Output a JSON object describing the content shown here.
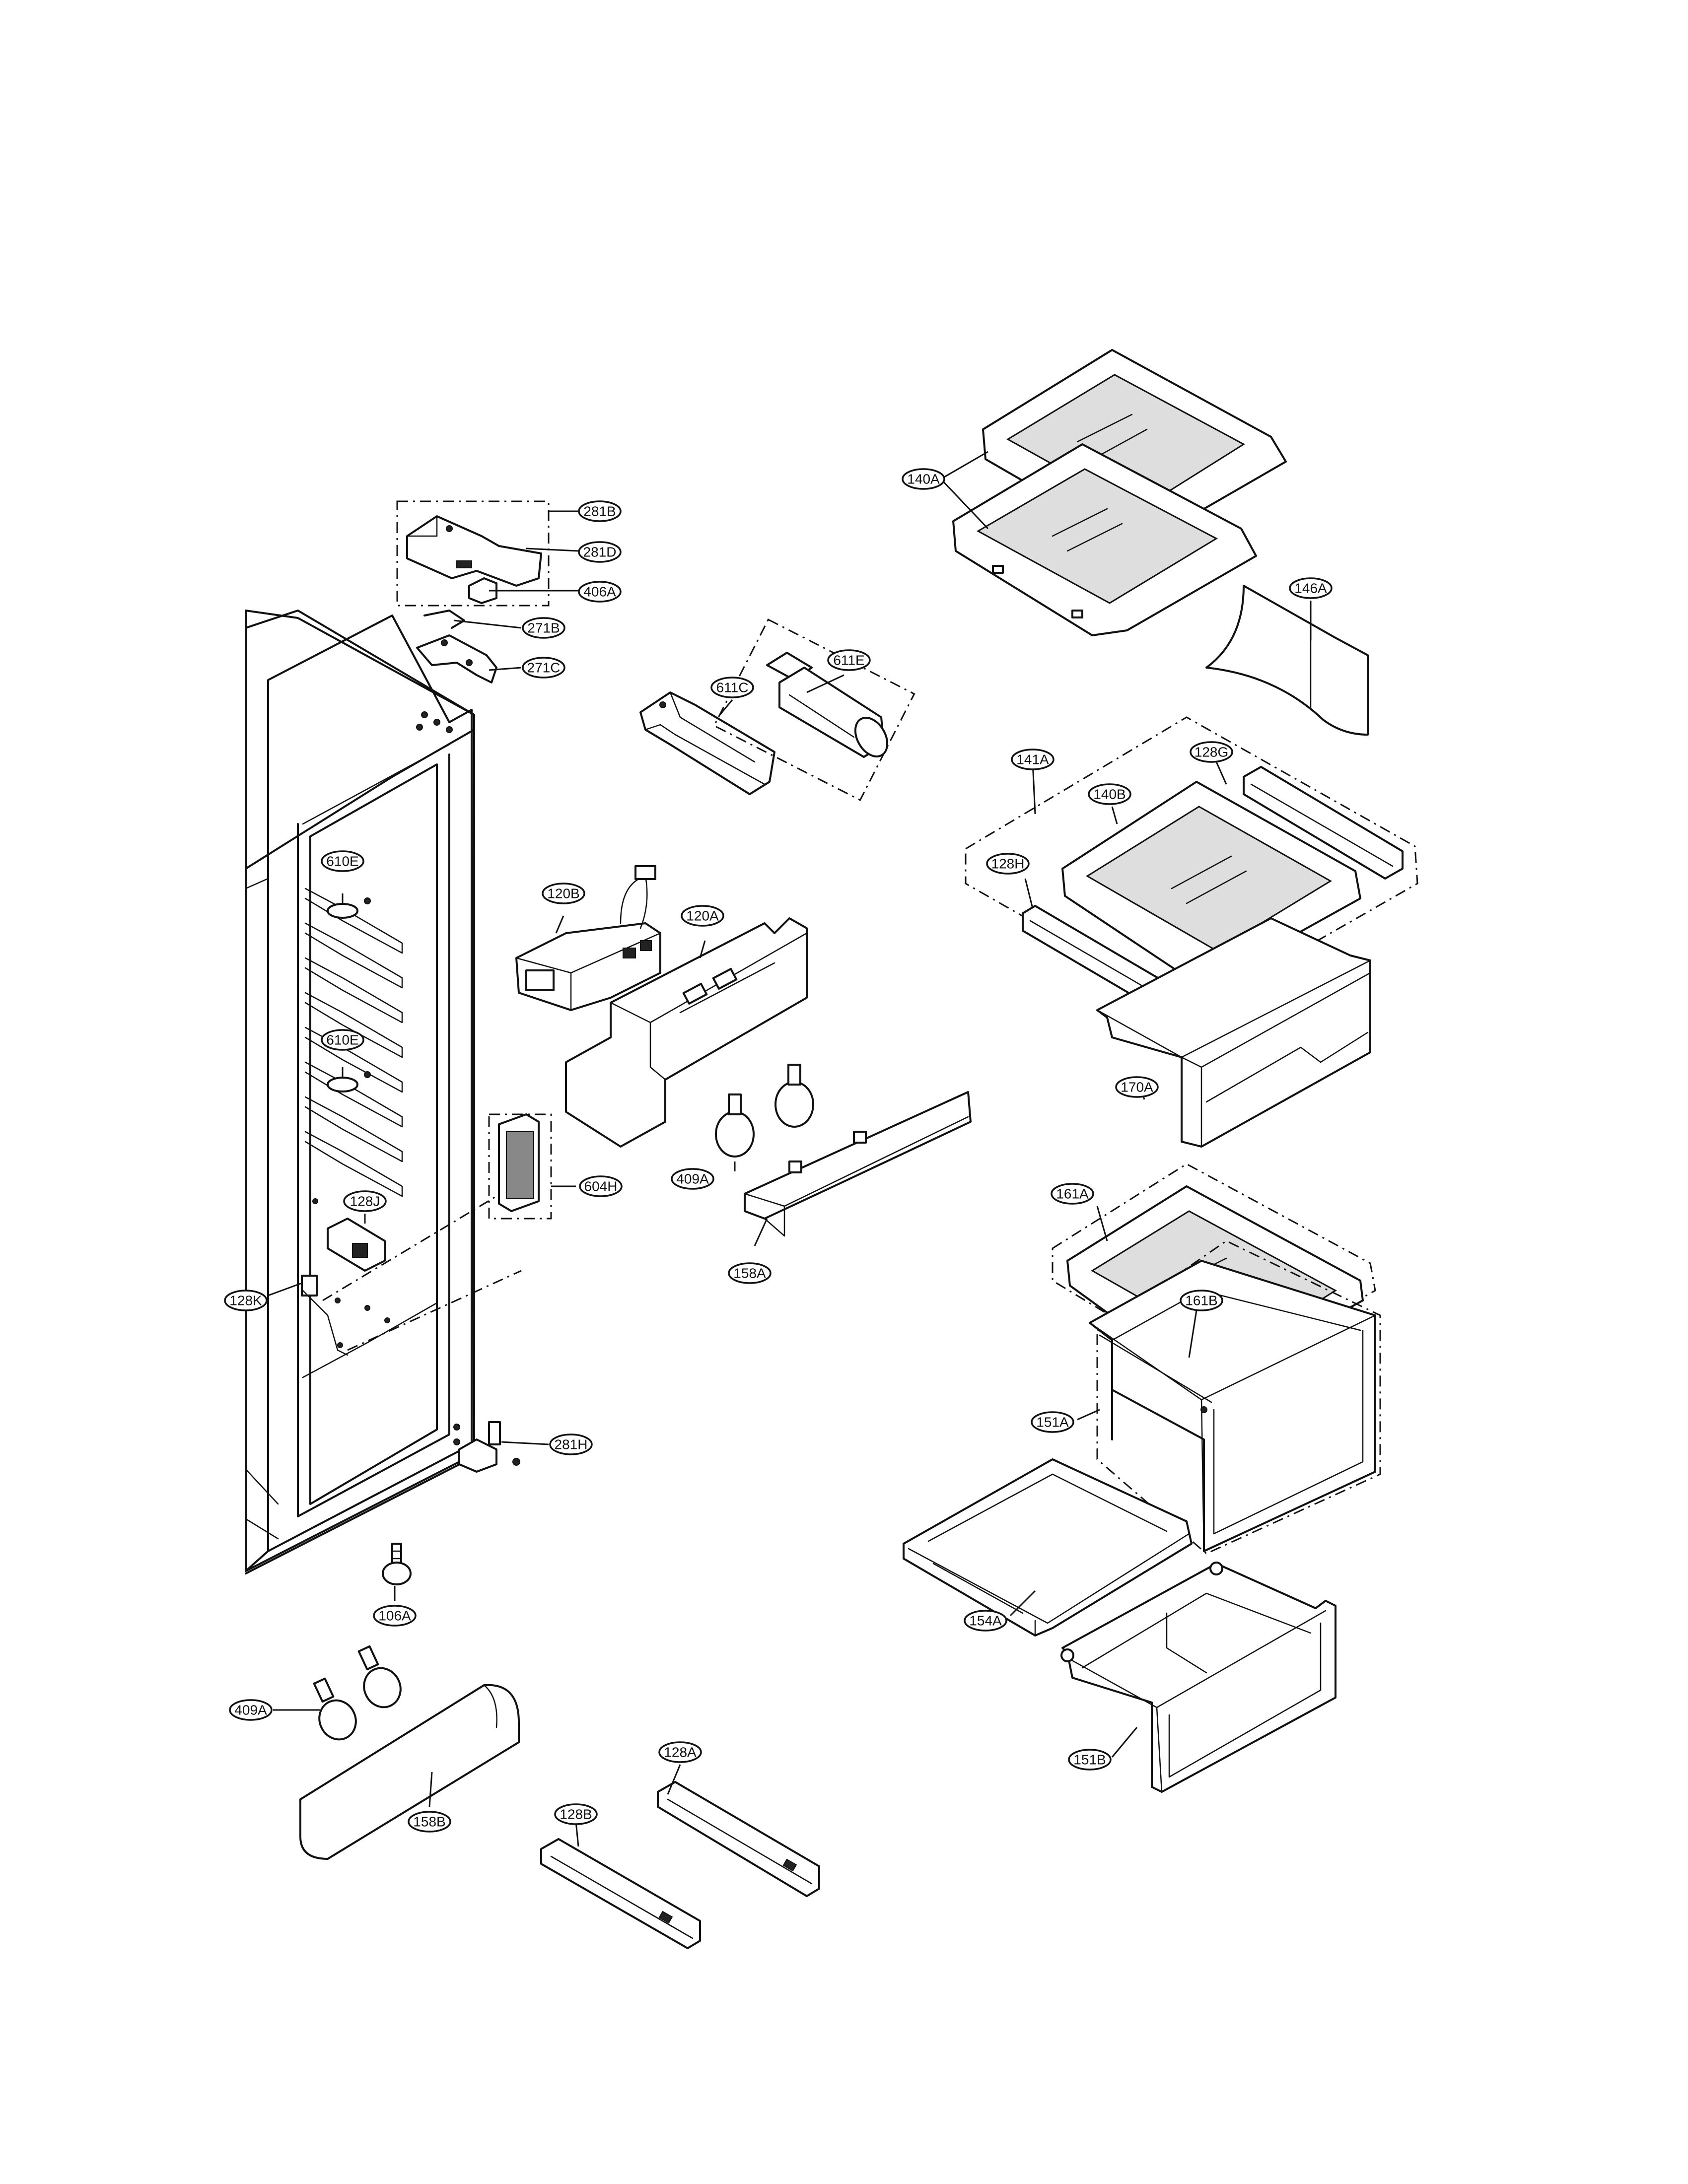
{
  "labels": {
    "p281B": "281B",
    "p281D": "281D",
    "p406A": "406A",
    "p271B": "271B",
    "p271C": "271C",
    "p611E": "611E",
    "p611C": "611C",
    "p140A": "140A",
    "p146A": "146A",
    "p141A": "141A",
    "p128G": "128G",
    "p140B": "140B",
    "p128H": "128H",
    "p170A": "170A",
    "p610E_top": "610E",
    "p610E_bottom": "610E",
    "p120B": "120B",
    "p120A": "120A",
    "p604H": "604H",
    "p409A_mid": "409A",
    "p158A": "158A",
    "p128J": "128J",
    "p128K": "128K",
    "p161A": "161A",
    "p161B": "161B",
    "p151A": "151A",
    "p281H": "281H",
    "p154A": "154A",
    "p106A": "106A",
    "p409A_bottom": "409A",
    "p128A": "128A",
    "p151B": "151B",
    "p128B": "128B",
    "p158B": "158B"
  }
}
